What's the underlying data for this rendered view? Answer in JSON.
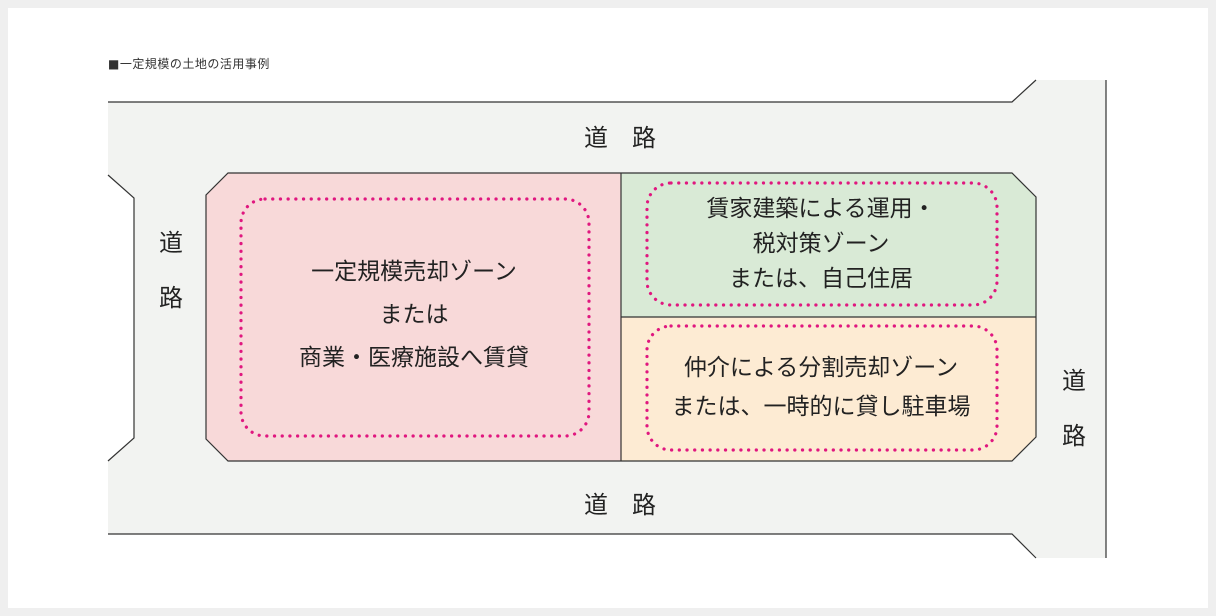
{
  "heading": "■一定規模の土地の活用事例",
  "roads": {
    "top": "道　路",
    "bottom": "道　路",
    "left_1": "道",
    "left_2": "路",
    "right_1": "道",
    "right_2": "路"
  },
  "zones": {
    "left": {
      "line1": "一定規模売却ゾーン",
      "line2": "または",
      "line3": "商業・医療施設へ賃貸"
    },
    "top_right": {
      "line1": "賃家建築による運用・",
      "line2": "税対策ゾーン",
      "line3": "または、自己住居"
    },
    "bottom_right": {
      "line1": "仲介による分割売却ゾーン",
      "line2": "または、一時的に貸し駐車場"
    }
  },
  "colors": {
    "road_fill": "#f2f3f1",
    "zone_left": "#f8d9d9",
    "zone_top_right": "#d9ead6",
    "zone_bottom_right": "#fdebd3",
    "dotted_border": "#e0177f",
    "outline": "#333333"
  }
}
